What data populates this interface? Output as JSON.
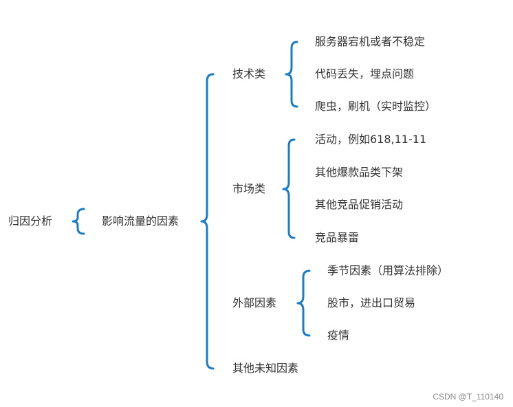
{
  "root": "归因分析",
  "topic": "影响流量的因素",
  "categories": [
    {
      "label": "技术类",
      "items": [
        "服务器宕机或者不稳定",
        "代码丢失，埋点问题",
        "爬虫，刷机（实时监控）"
      ]
    },
    {
      "label": "市场类",
      "items": [
        "活动，例如618,11-11",
        "其他爆款品类下架",
        "其他竞品促销活动",
        "竞品暴雷"
      ]
    },
    {
      "label": "外部因素",
      "items": [
        "季节因素（用算法排除）",
        "股市，进出口贸易",
        "疫情"
      ]
    },
    {
      "label": "其他未知因素",
      "items": []
    }
  ],
  "watermark": "CSDN @T_110140",
  "brace_color": "#1a7cc7"
}
